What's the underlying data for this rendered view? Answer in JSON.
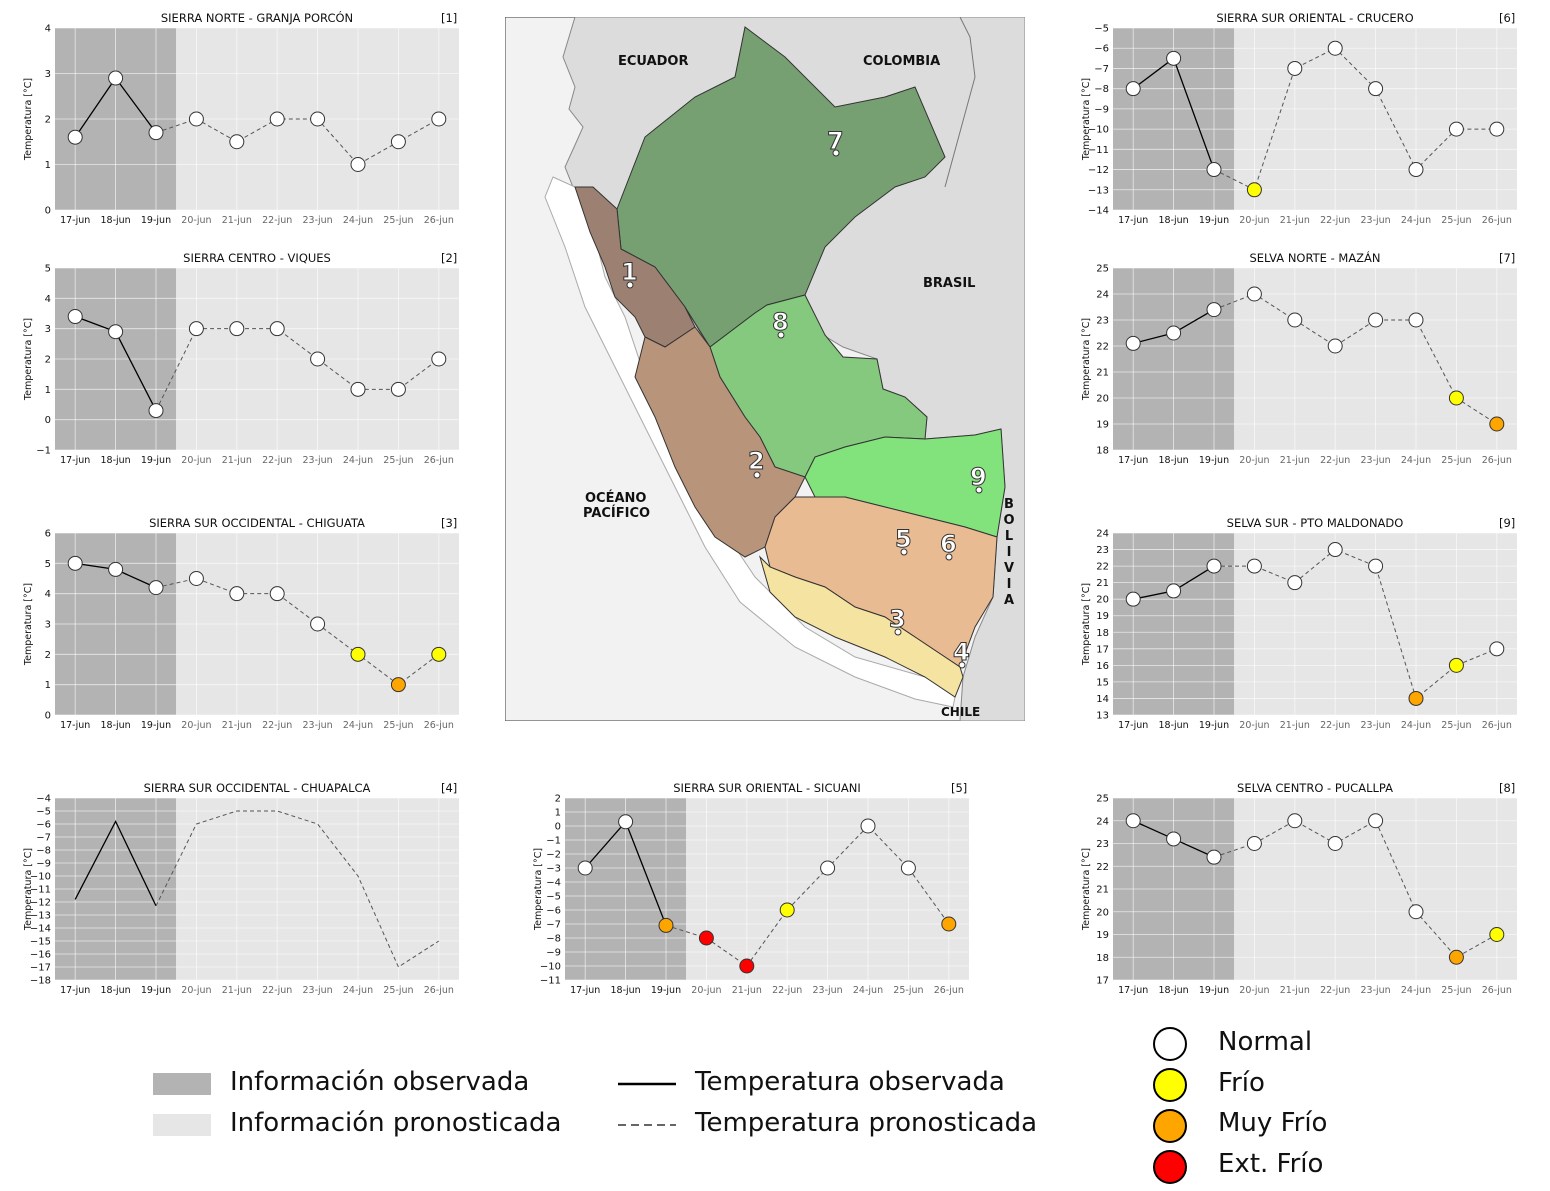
{
  "dates": [
    "17-jun",
    "18-jun",
    "19-jun",
    "20-jun",
    "21-jun",
    "22-jun",
    "23-jun",
    "24-jun",
    "25-jun",
    "26-jun"
  ],
  "observed_days": 3,
  "ylabel": "Temperatura [°C]",
  "colors": {
    "observed_bg": "#b3b3b3",
    "forecast_bg": "#e6e6e6",
    "Normal": "#ffffff",
    "Frío": "#ffff00",
    "Muy Frío": "#ffa500",
    "Ext. Frío": "#ff0000"
  },
  "chart_data": [
    {
      "id": "c1",
      "type": "line",
      "title": "SIERRA NORTE - GRANJA PORCÓN",
      "num": "[1]",
      "ylim": [
        0,
        4
      ],
      "yticks": [
        0,
        1,
        2,
        3,
        4
      ],
      "markers": true,
      "values": [
        1.6,
        2.9,
        1.7,
        2.0,
        1.5,
        2.0,
        2.0,
        1.0,
        1.5,
        2.0
      ],
      "categories": [
        "Normal",
        "Normal",
        "Normal",
        "Normal",
        "Normal",
        "Normal",
        "Normal",
        "Normal",
        "Normal",
        "Normal"
      ]
    },
    {
      "id": "c2",
      "type": "line",
      "title": "SIERRA CENTRO - VIQUES",
      "num": "[2]",
      "ylim": [
        -1,
        5
      ],
      "yticks": [
        -1,
        0,
        1,
        2,
        3,
        4,
        5
      ],
      "markers": true,
      "values": [
        3.4,
        2.9,
        0.3,
        3.0,
        3.0,
        3.0,
        2.0,
        1.0,
        1.0,
        2.0
      ],
      "categories": [
        "Normal",
        "Normal",
        "Normal",
        "Normal",
        "Normal",
        "Normal",
        "Normal",
        "Normal",
        "Normal",
        "Normal"
      ]
    },
    {
      "id": "c3",
      "type": "line",
      "title": "SIERRA SUR OCCIDENTAL - CHIGUATA",
      "num": "[3]",
      "ylim": [
        0,
        6
      ],
      "yticks": [
        0,
        1,
        2,
        3,
        4,
        5,
        6
      ],
      "markers": true,
      "values": [
        5.0,
        4.8,
        4.2,
        4.5,
        4.0,
        4.0,
        3.0,
        2.0,
        1.0,
        2.0
      ],
      "categories": [
        "Normal",
        "Normal",
        "Normal",
        "Normal",
        "Normal",
        "Normal",
        "Normal",
        "Frío",
        "Muy Frío",
        "Frío"
      ]
    },
    {
      "id": "c4",
      "type": "line",
      "title": "SIERRA SUR OCCIDENTAL - CHUAPALCA",
      "num": "[4]",
      "ylim": [
        -18,
        -4
      ],
      "yticks": [
        -18,
        -17,
        -16,
        -15,
        -14,
        -13,
        -12,
        -11,
        -10,
        -9,
        -8,
        -7,
        -6,
        -5,
        -4
      ],
      "markers": false,
      "values": [
        -11.8,
        -5.8,
        -12.3,
        -6.0,
        -5.0,
        -5.0,
        -6.0,
        -10.0,
        -17.0,
        -15.0
      ],
      "categories": []
    },
    {
      "id": "c5",
      "type": "line",
      "title": "SIERRA SUR ORIENTAL - SICUANI",
      "num": "[5]",
      "ylim": [
        -11,
        2
      ],
      "yticks": [
        -11,
        -10,
        -9,
        -8,
        -7,
        -6,
        -5,
        -4,
        -3,
        -2,
        -1,
        0,
        1,
        2
      ],
      "markers": true,
      "values": [
        -3.0,
        0.3,
        -7.1,
        -8.0,
        -10.0,
        -6.0,
        -3.0,
        0.0,
        -3.0,
        -7.0
      ],
      "categories": [
        "Normal",
        "Normal",
        "Muy Frío",
        "Ext. Frío",
        "Ext. Frío",
        "Frío",
        "Normal",
        "Normal",
        "Normal",
        "Muy Frío"
      ]
    },
    {
      "id": "c6",
      "type": "line",
      "title": "SIERRA SUR ORIENTAL - CRUCERO",
      "num": "[6]",
      "ylim": [
        -14,
        -5
      ],
      "yticks": [
        -14,
        -13,
        -12,
        -11,
        -10,
        -9,
        -8,
        -7,
        -6,
        -5
      ],
      "markers": true,
      "values": [
        -8.0,
        -6.5,
        -12.0,
        -13.0,
        -7.0,
        -6.0,
        -8.0,
        -12.0,
        -10.0,
        -10.0
      ],
      "categories": [
        "Normal",
        "Normal",
        "Normal",
        "Frío",
        "Normal",
        "Normal",
        "Normal",
        "Normal",
        "Normal",
        "Normal"
      ]
    },
    {
      "id": "c7",
      "type": "line",
      "title": "SELVA NORTE - MAZÁN",
      "num": "[7]",
      "ylim": [
        18,
        25
      ],
      "yticks": [
        18,
        19,
        20,
        21,
        22,
        23,
        24,
        25
      ],
      "markers": true,
      "values": [
        22.1,
        22.5,
        23.4,
        24.0,
        23.0,
        22.0,
        23.0,
        23.0,
        20.0,
        19.0
      ],
      "categories": [
        "Normal",
        "Normal",
        "Normal",
        "Normal",
        "Normal",
        "Normal",
        "Normal",
        "Normal",
        "Frío",
        "Muy Frío"
      ]
    },
    {
      "id": "c9",
      "type": "line",
      "title": "SELVA SUR - PTO MALDONADO",
      "num": "[9]",
      "ylim": [
        13,
        24
      ],
      "yticks": [
        13,
        14,
        15,
        16,
        17,
        18,
        19,
        20,
        21,
        22,
        23,
        24
      ],
      "markers": true,
      "values": [
        20.0,
        20.5,
        22.0,
        22.0,
        21.0,
        23.0,
        22.0,
        14.0,
        16.0,
        17.0
      ],
      "categories": [
        "Normal",
        "Normal",
        "Normal",
        "Normal",
        "Normal",
        "Normal",
        "Normal",
        "Muy Frío",
        "Frío",
        "Normal"
      ]
    },
    {
      "id": "c8",
      "type": "line",
      "title": "SELVA CENTRO - PUCALLPA",
      "num": "[8]",
      "ylim": [
        17,
        25
      ],
      "yticks": [
        17,
        18,
        19,
        20,
        21,
        22,
        23,
        24,
        25
      ],
      "markers": true,
      "values": [
        24.0,
        23.2,
        22.4,
        23.0,
        24.0,
        23.0,
        24.0,
        20.0,
        18.0,
        19.0
      ],
      "categories": [
        "Normal",
        "Normal",
        "Normal",
        "Normal",
        "Normal",
        "Normal",
        "Normal",
        "Normal",
        "Muy Frío",
        "Frío"
      ]
    }
  ],
  "map": {
    "countries": {
      "ecuador": "ECUADOR",
      "colombia": "COLOMBIA",
      "brasil": "BRASIL",
      "bolivia": "BOLIVIA",
      "chile": "CHILE"
    },
    "ocean_line1": "OCÉANO",
    "ocean_line2": "PACÍFICO",
    "region_numbers": [
      "1",
      "2",
      "3",
      "4",
      "5",
      "6",
      "7",
      "8",
      "9"
    ]
  },
  "legend": {
    "observed_area": "Información observada",
    "forecast_area": "Información pronosticada",
    "observed_line": "Temperatura observada",
    "forecast_line": "Temperatura pronosticada",
    "categories": [
      "Normal",
      "Frío",
      "Muy Frío",
      "Ext. Frío"
    ]
  }
}
